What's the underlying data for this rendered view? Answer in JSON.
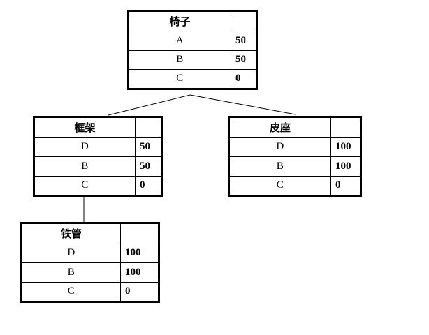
{
  "diagram": {
    "type": "bom-tree",
    "tables": {
      "chair": {
        "title": "椅子",
        "rows": [
          {
            "item": "A",
            "qty": "50"
          },
          {
            "item": "B",
            "qty": "50"
          },
          {
            "item": "C",
            "qty": "0"
          }
        ]
      },
      "frame": {
        "title": "框架",
        "rows": [
          {
            "item": "D",
            "qty": "50"
          },
          {
            "item": "B",
            "qty": "50"
          },
          {
            "item": "C",
            "qty": "0"
          }
        ]
      },
      "seat": {
        "title": "皮座",
        "rows": [
          {
            "item": "D",
            "qty": "100"
          },
          {
            "item": "B",
            "qty": "100"
          },
          {
            "item": "C",
            "qty": "0"
          }
        ]
      },
      "pipe": {
        "title": "铁管",
        "rows": [
          {
            "item": "D",
            "qty": "100"
          },
          {
            "item": "B",
            "qty": "100"
          },
          {
            "item": "C",
            "qty": "0"
          }
        ]
      }
    },
    "connections": [
      {
        "from": "椅子",
        "to": "框架"
      },
      {
        "from": "椅子",
        "to": "皮座"
      },
      {
        "from": "框架",
        "to": "铁管"
      }
    ],
    "colors": {
      "line": "#000000",
      "background": "#ffffff"
    }
  }
}
